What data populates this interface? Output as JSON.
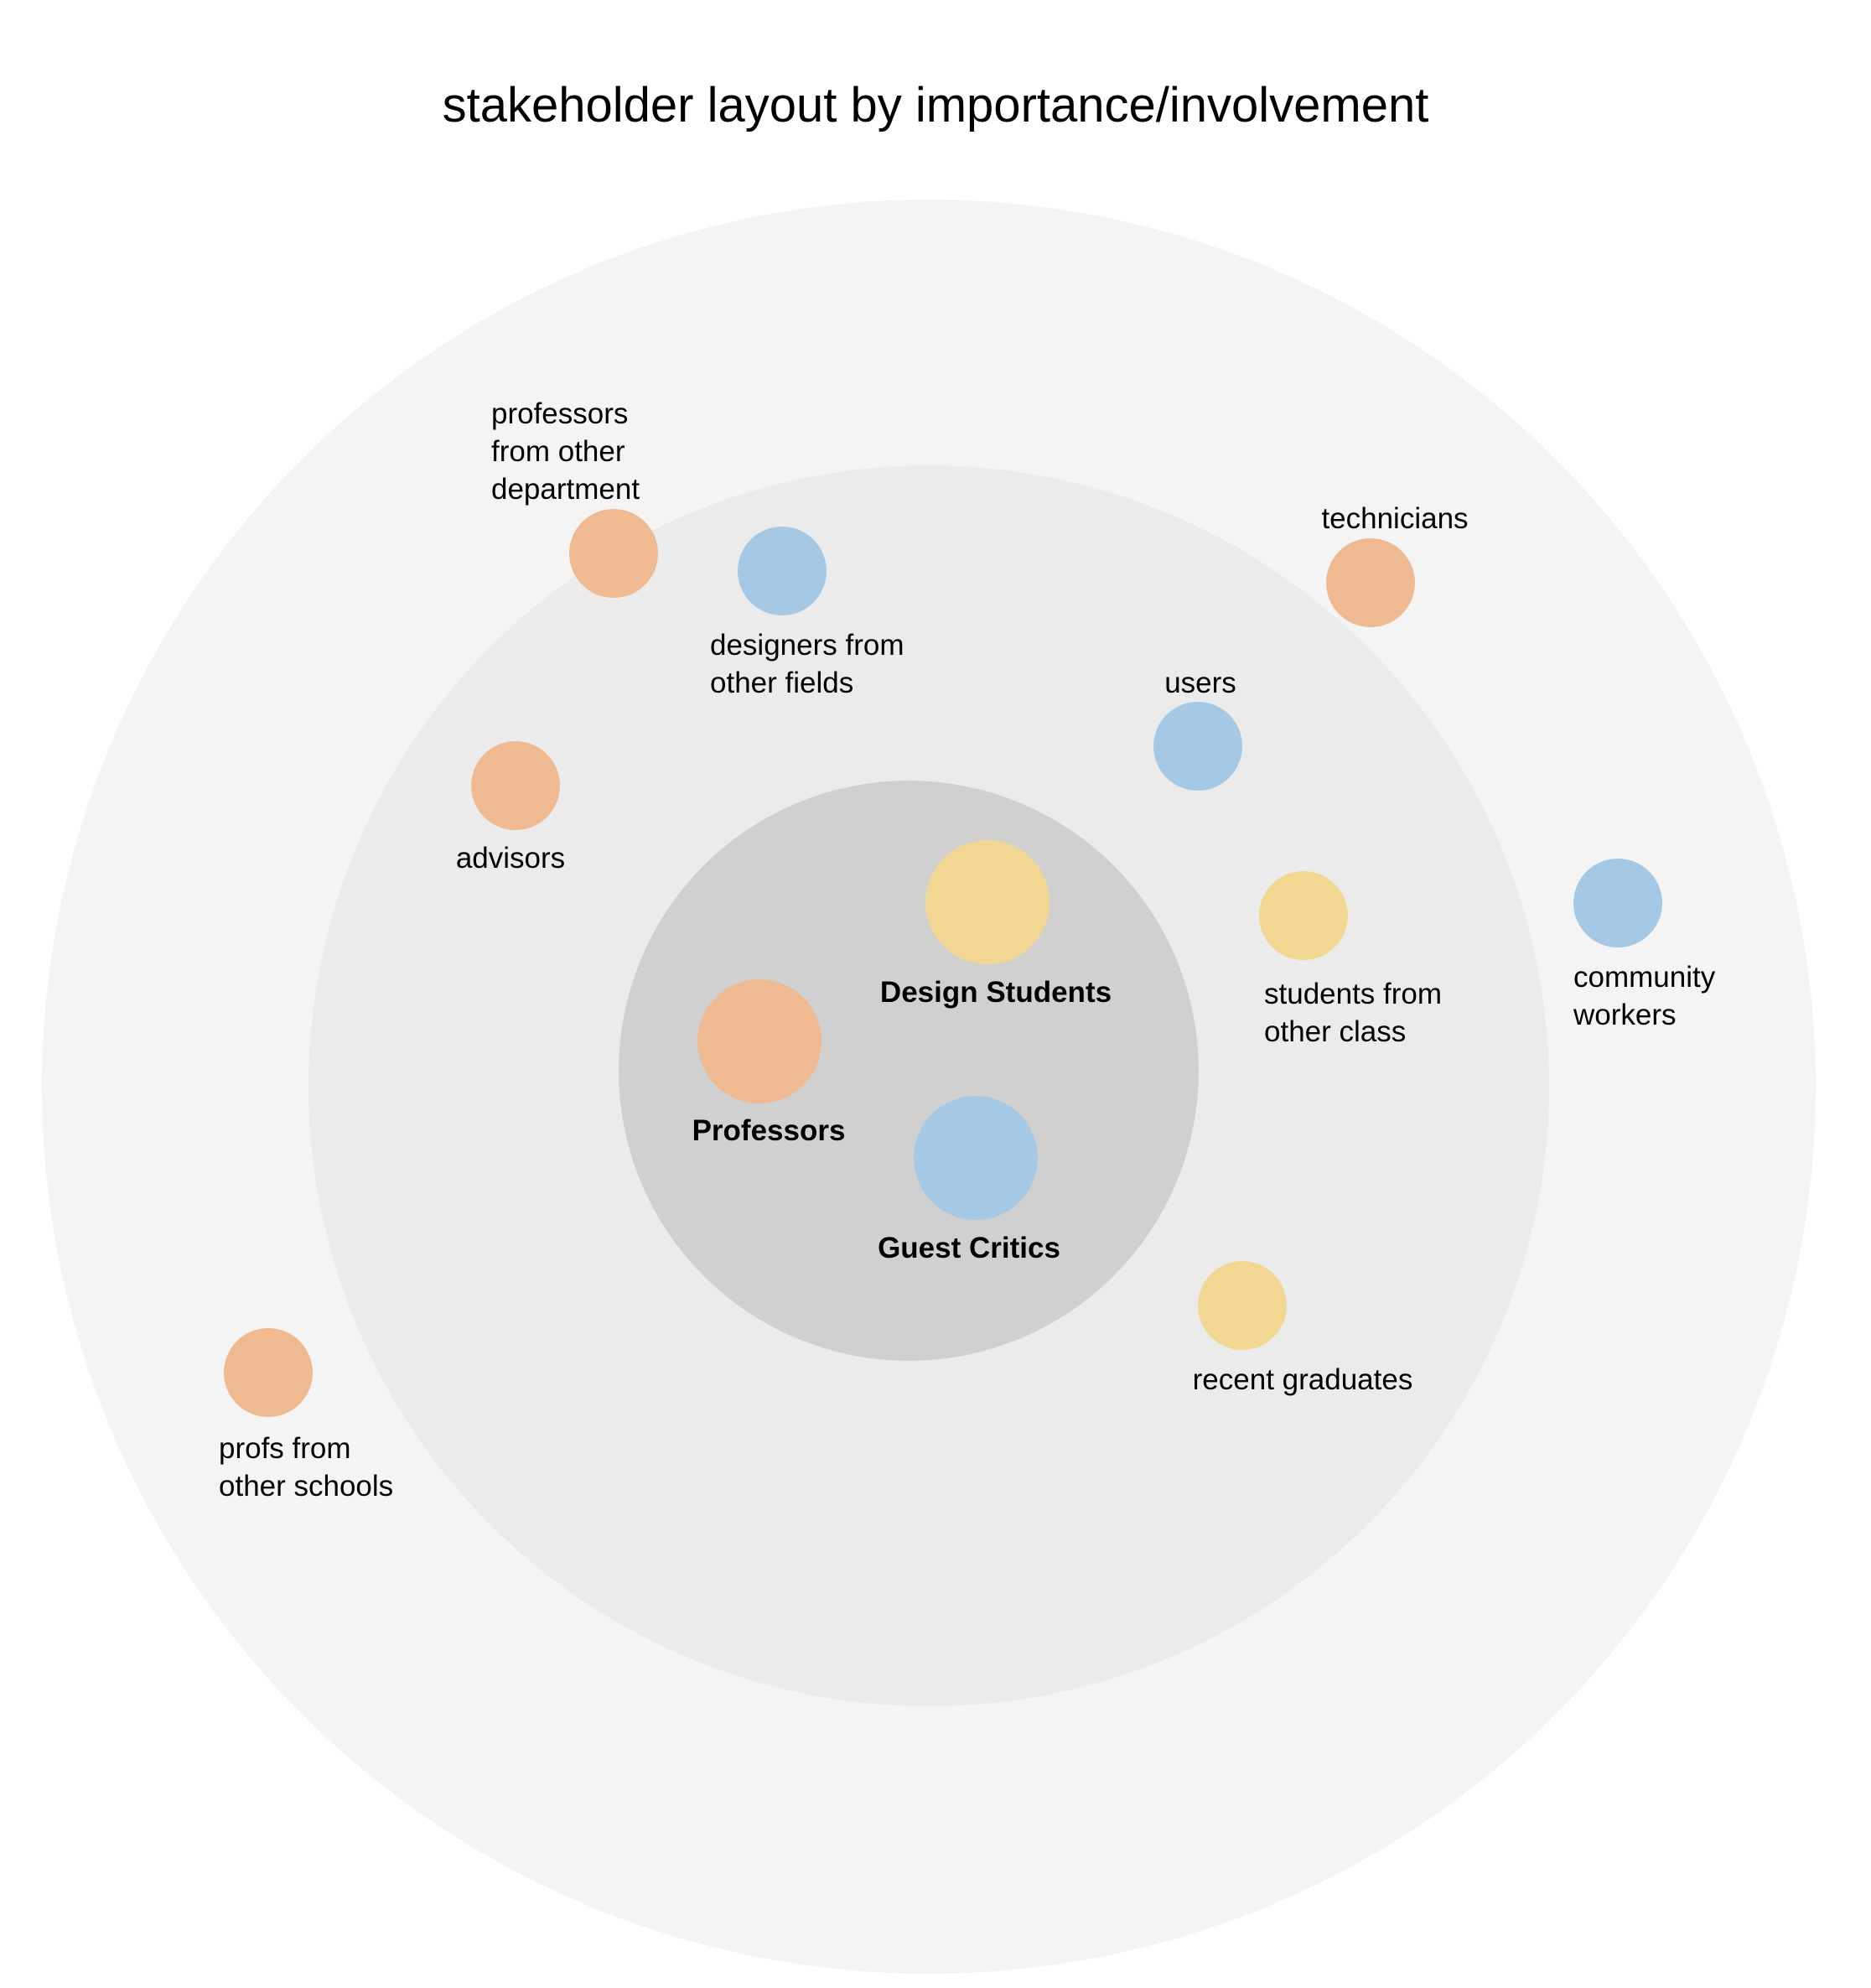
{
  "title": "stakeholder layout by importance/involvement",
  "colors": {
    "outer_ring": "#f4f4f4",
    "middle_ring": "#ebebeb",
    "inner_ring": "#d0d0d0",
    "orange": "#efb992",
    "blue": "#a5c8e5",
    "yellow": "#f2d792"
  },
  "stakeholders": [
    {
      "id": "design-students",
      "ring": "inner",
      "color": "yellow",
      "label_lines": [
        "Design Students"
      ]
    },
    {
      "id": "professors",
      "ring": "inner",
      "color": "orange",
      "label_lines": [
        "Professors"
      ]
    },
    {
      "id": "guest-critics",
      "ring": "inner",
      "color": "blue",
      "label_lines": [
        "Guest Critics"
      ]
    },
    {
      "id": "designers-from-other-fields",
      "ring": "middle",
      "color": "blue",
      "label_lines": [
        "designers from",
        "other fields"
      ]
    },
    {
      "id": "users",
      "ring": "middle",
      "color": "blue",
      "label_lines": [
        "users"
      ]
    },
    {
      "id": "advisors",
      "ring": "middle",
      "color": "orange",
      "label_lines": [
        "advisors"
      ]
    },
    {
      "id": "students-from-other-class",
      "ring": "middle",
      "color": "yellow",
      "label_lines": [
        "students from",
        "other class"
      ]
    },
    {
      "id": "recent-graduates",
      "ring": "middle",
      "color": "yellow",
      "label_lines": [
        "recent graduates"
      ]
    },
    {
      "id": "professors-from-other-department",
      "ring": "outer",
      "color": "orange",
      "label_lines": [
        "professors",
        "from other",
        "department"
      ]
    },
    {
      "id": "technicians",
      "ring": "outer",
      "color": "orange",
      "label_lines": [
        "technicians"
      ]
    },
    {
      "id": "community-workers",
      "ring": "outer",
      "color": "blue",
      "label_lines": [
        "community",
        "workers"
      ]
    },
    {
      "id": "profs-from-other-schools",
      "ring": "outer",
      "color": "orange",
      "label_lines": [
        "profs from",
        "other schools"
      ]
    }
  ]
}
